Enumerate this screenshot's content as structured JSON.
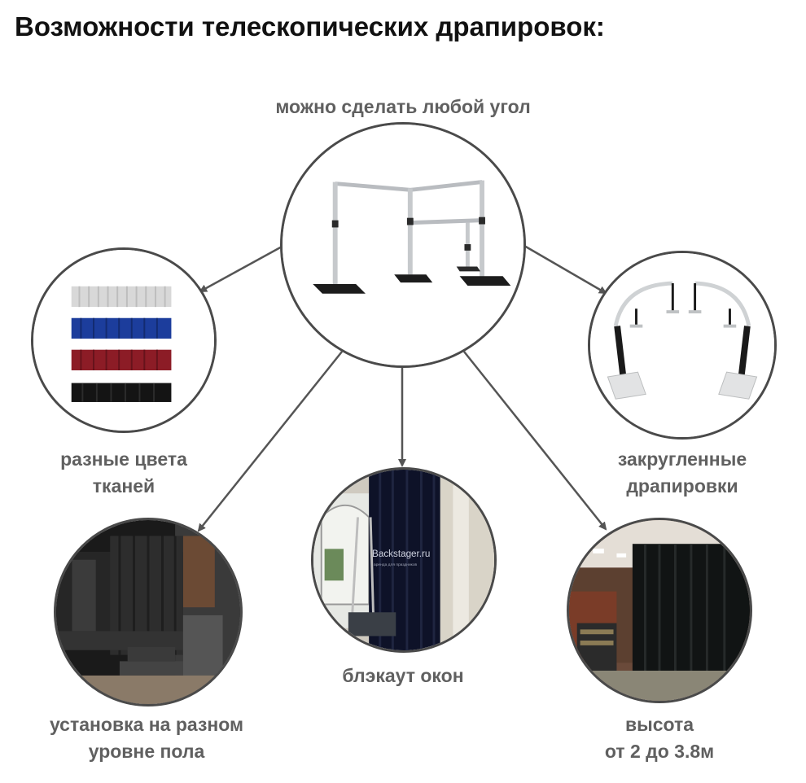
{
  "title": "Возможности телескопических драпировок:",
  "labels": {
    "top": "можно сделать любой угол",
    "left_line1": "разные цвета",
    "left_line2": "тканей",
    "right_line1": "закругленные",
    "right_line2": "драпировки",
    "bottom_left_line1": "установка на разном",
    "bottom_left_line2": "уровне пола",
    "bottom_center": "блэкаут окон",
    "bottom_right_line1": "высота",
    "bottom_right_line2": "от 2 до 3.8м"
  },
  "watermark": {
    "brand": "Backstager.ru",
    "tagline": "аренда для праздников"
  },
  "colors": {
    "connector": "#555555",
    "label": "#606060",
    "title": "#111111",
    "curtain_white": "#d8d8d8",
    "curtain_blue": "#1c3d9c",
    "curtain_red": "#8c1c26",
    "curtain_black": "#141414"
  }
}
